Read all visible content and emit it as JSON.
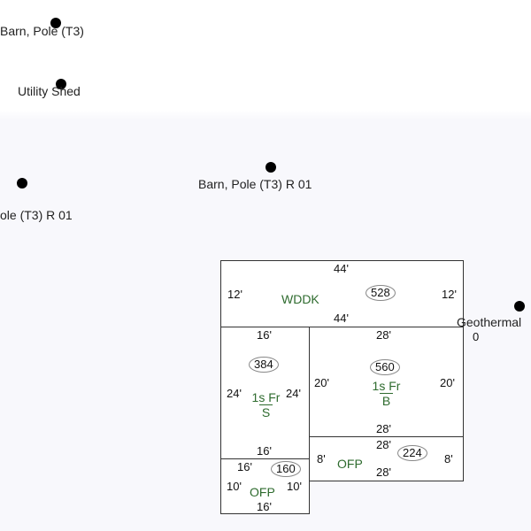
{
  "markers": [
    {
      "label": "Barn, Pole (T3)"
    },
    {
      "label": "Utility Shed"
    },
    {
      "label": "ole (T3) R 01"
    },
    {
      "label": "Barn, Pole (T3) R 01"
    },
    {
      "label": "Geothermal"
    }
  ],
  "stray_label": "0",
  "sections": {
    "wddk": {
      "code": "WDDK",
      "area": "528",
      "top": "44'",
      "bottom": "44'",
      "left": "12'",
      "right": "12'"
    },
    "fr_s": {
      "code": "1s Fr",
      "sub": "S",
      "area": "384",
      "top": "16'",
      "bottom": "16'",
      "left": "24'",
      "right": "24'"
    },
    "fr_b": {
      "code": "1s Fr",
      "sub": "B",
      "area": "560",
      "top": "28'",
      "bottom": "28'",
      "left": "20'",
      "right": "20'"
    },
    "ofp_right": {
      "code": "OFP",
      "area": "224",
      "top": "28'",
      "bottom": "28'",
      "left": "8'",
      "right": "8'"
    },
    "ofp_left": {
      "code": "OFP",
      "area": "160",
      "top": "16'",
      "bottom": "16'",
      "left": "10'",
      "right": "10'"
    }
  },
  "colors": {
    "code_text": "#2e6b2e",
    "line": "#333333"
  }
}
